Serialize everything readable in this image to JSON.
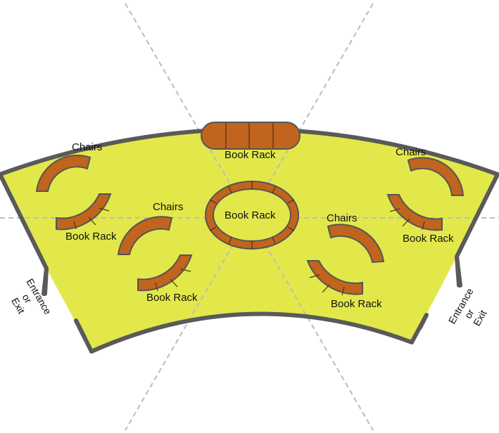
{
  "labels": {
    "chairs": "Chairs",
    "book_rack": "Book Rack",
    "entrance_exit_lines": [
      "Entrance",
      "or",
      "Exit"
    ]
  },
  "colors": {
    "floor": "#e2e84a",
    "wood": "#c0641e",
    "wall": "#5a5a5a",
    "guide": "#bbbbbb"
  }
}
